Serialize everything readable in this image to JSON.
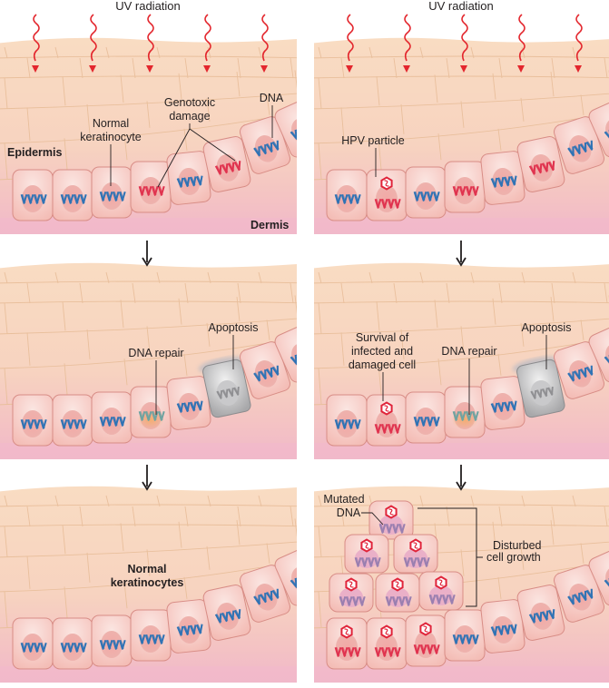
{
  "colors": {
    "skin_top": "#f8d9bf",
    "skin_mid": "#f6d2c0",
    "skin_bottom": "#f3c2c4",
    "dermis": "#f1b9cb",
    "cell_line": "#e9bf9c",
    "basal_fill": "#f6c7c0",
    "basal_stroke": "#d88d86",
    "nucleus": "#efa8a3",
    "uv_arrow": "#e3262d",
    "dna_normal": "#2f73b5",
    "dna_damaged": "#e0334f",
    "dna_repair": "#6fa3a1",
    "dna_mutated": "#9a7fb0",
    "apoptosis_fill": "#b9b9bb",
    "hpv": "#e0243a",
    "leader": "#231f20",
    "step_arrow": "#231f20"
  },
  "left_column": {
    "title": "UV radiation",
    "panels": [
      {
        "id": "left-1",
        "uv_arrows": 5,
        "basal_cells": [
          "normal",
          "normal",
          "normal",
          "damaged",
          "normal",
          "damaged",
          "normal",
          "normal"
        ],
        "labels": {
          "epidermis": "Epidermis",
          "dermis": "Dermis",
          "normal_keratinocyte": [
            "Normal",
            "keratinocyte"
          ],
          "genotoxic_damage": [
            "Genotoxic",
            "damage"
          ],
          "dna": "DNA"
        }
      },
      {
        "id": "left-2",
        "basal_cells": [
          "normal",
          "normal",
          "normal",
          "repair",
          "normal",
          "apoptosis",
          "normal",
          "normal"
        ],
        "labels": {
          "dna_repair": "DNA repair",
          "apoptosis": "Apoptosis"
        }
      },
      {
        "id": "left-3",
        "basal_cells": [
          "normal",
          "normal",
          "normal",
          "normal",
          "normal",
          "normal",
          "normal",
          "normal"
        ],
        "labels": {
          "normal_keratinocytes": [
            "Normal",
            "keratinocytes"
          ]
        }
      }
    ]
  },
  "right_column": {
    "title": "UV radiation",
    "panels": [
      {
        "id": "right-1",
        "uv_arrows": 5,
        "basal_cells": [
          "normal",
          "damaged-hpv",
          "normal",
          "damaged",
          "normal",
          "damaged",
          "normal",
          "normal"
        ],
        "labels": {
          "hpv_particle": "HPV particle"
        }
      },
      {
        "id": "right-2",
        "basal_cells": [
          "normal",
          "damaged-hpv",
          "normal",
          "repair",
          "normal",
          "apoptosis",
          "normal",
          "normal"
        ],
        "labels": {
          "survival": [
            "Survival of",
            "infected and",
            "damaged cell"
          ],
          "dna_repair": "DNA repair",
          "apoptosis": "Apoptosis"
        }
      },
      {
        "id": "right-3",
        "basal_cells": [
          "damaged-hpv",
          "damaged-hpv",
          "damaged-hpv",
          "normal",
          "normal",
          "normal",
          "normal",
          "normal"
        ],
        "tumor_rows": [
          1,
          2,
          3
        ],
        "labels": {
          "mutated_dna": [
            "Mutated",
            "DNA"
          ],
          "disturbed_growth": [
            "Disturbed",
            "cell growth"
          ]
        }
      }
    ]
  }
}
